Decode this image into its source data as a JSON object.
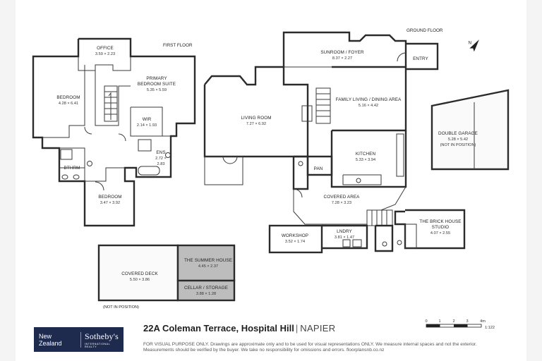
{
  "floors": {
    "first": "FIRST FLOOR",
    "ground": "GROUND FLOOR"
  },
  "rooms": {
    "office": {
      "name": "OFFICE",
      "dims": "3.59 × 2.23"
    },
    "primary": {
      "name": "PRIMARY",
      "name2": "BEDROOM SUITE",
      "dims": "5.35 × 5.59"
    },
    "bedroom1": {
      "name": "BEDROOM",
      "dims": "4.28 × 6.41"
    },
    "wir": {
      "name": "WIR",
      "dims": "2.14 × 1.93"
    },
    "ens": {
      "name": "ENS",
      "dims": "2.72 ×",
      "dims2": "2.83"
    },
    "bthrm": {
      "name": "BTHRM"
    },
    "bedroom2": {
      "name": "BEDROOM",
      "dims": "3.47 × 3.92"
    },
    "living": {
      "name": "LIVING ROOM",
      "dims": "7.27 × 6.92"
    },
    "sunroom": {
      "name": "SUNROOM / FOYER",
      "dims": "8.37 × 2.27"
    },
    "entry": {
      "name": "ENTRY"
    },
    "family": {
      "name": "FAMILY LIVING / DINING AREA",
      "dims": "5.16 × 4.42"
    },
    "kitchen": {
      "name": "KITCHEN",
      "dims": "5.33 × 3.94"
    },
    "pan": {
      "name": "PAN"
    },
    "covered_area": {
      "name": "COVERED AREA",
      "dims": "7.28 × 3.23"
    },
    "workshop": {
      "name": "WORKSHOP",
      "dims": "3.52 × 1.74"
    },
    "lndry": {
      "name": "LNDRY",
      "dims": "3.81 × 1.47"
    },
    "studio": {
      "name": "THE BRICK HOUSE",
      "name2": "STUDIO",
      "dims": "4.07 × 2.55"
    },
    "garage": {
      "name": "DOUBLE GARAGE",
      "dims": "5.28 × 5.42",
      "note": "(NOT IN POSITION)"
    },
    "deck": {
      "name": "COVERED DECK",
      "dims": "5.50 × 3.86"
    },
    "summer": {
      "name": "THE SUMMER HOUSE",
      "dims": "4.45 × 2.37"
    },
    "cellar": {
      "name": "CELLAR / STORAGE",
      "dims": "3.88 × 1.28"
    }
  },
  "deck_note": "(NOT IN POSITION)",
  "compass": {
    "label": "N"
  },
  "scale": {
    "ticks": [
      "0",
      "1",
      "2",
      "3",
      "4m"
    ],
    "ratio": "1:122"
  },
  "brand": {
    "left": "New Zealand",
    "main": "Sotheby's",
    "sub": "INTERNATIONAL REALTY"
  },
  "address": {
    "street": "22A Coleman Terrace, Hospital Hill",
    "city": "NAPIER"
  },
  "disclaimer": "FOR VISUAL PURPOSE ONLY. Drawings are approximate only and to be used for visual representations ONLY. We measure internal spaces and not the exterior. Measurements should be verified by the buyer. We take no responsibility for omissions and errors. floorplansnb.co.nz"
}
